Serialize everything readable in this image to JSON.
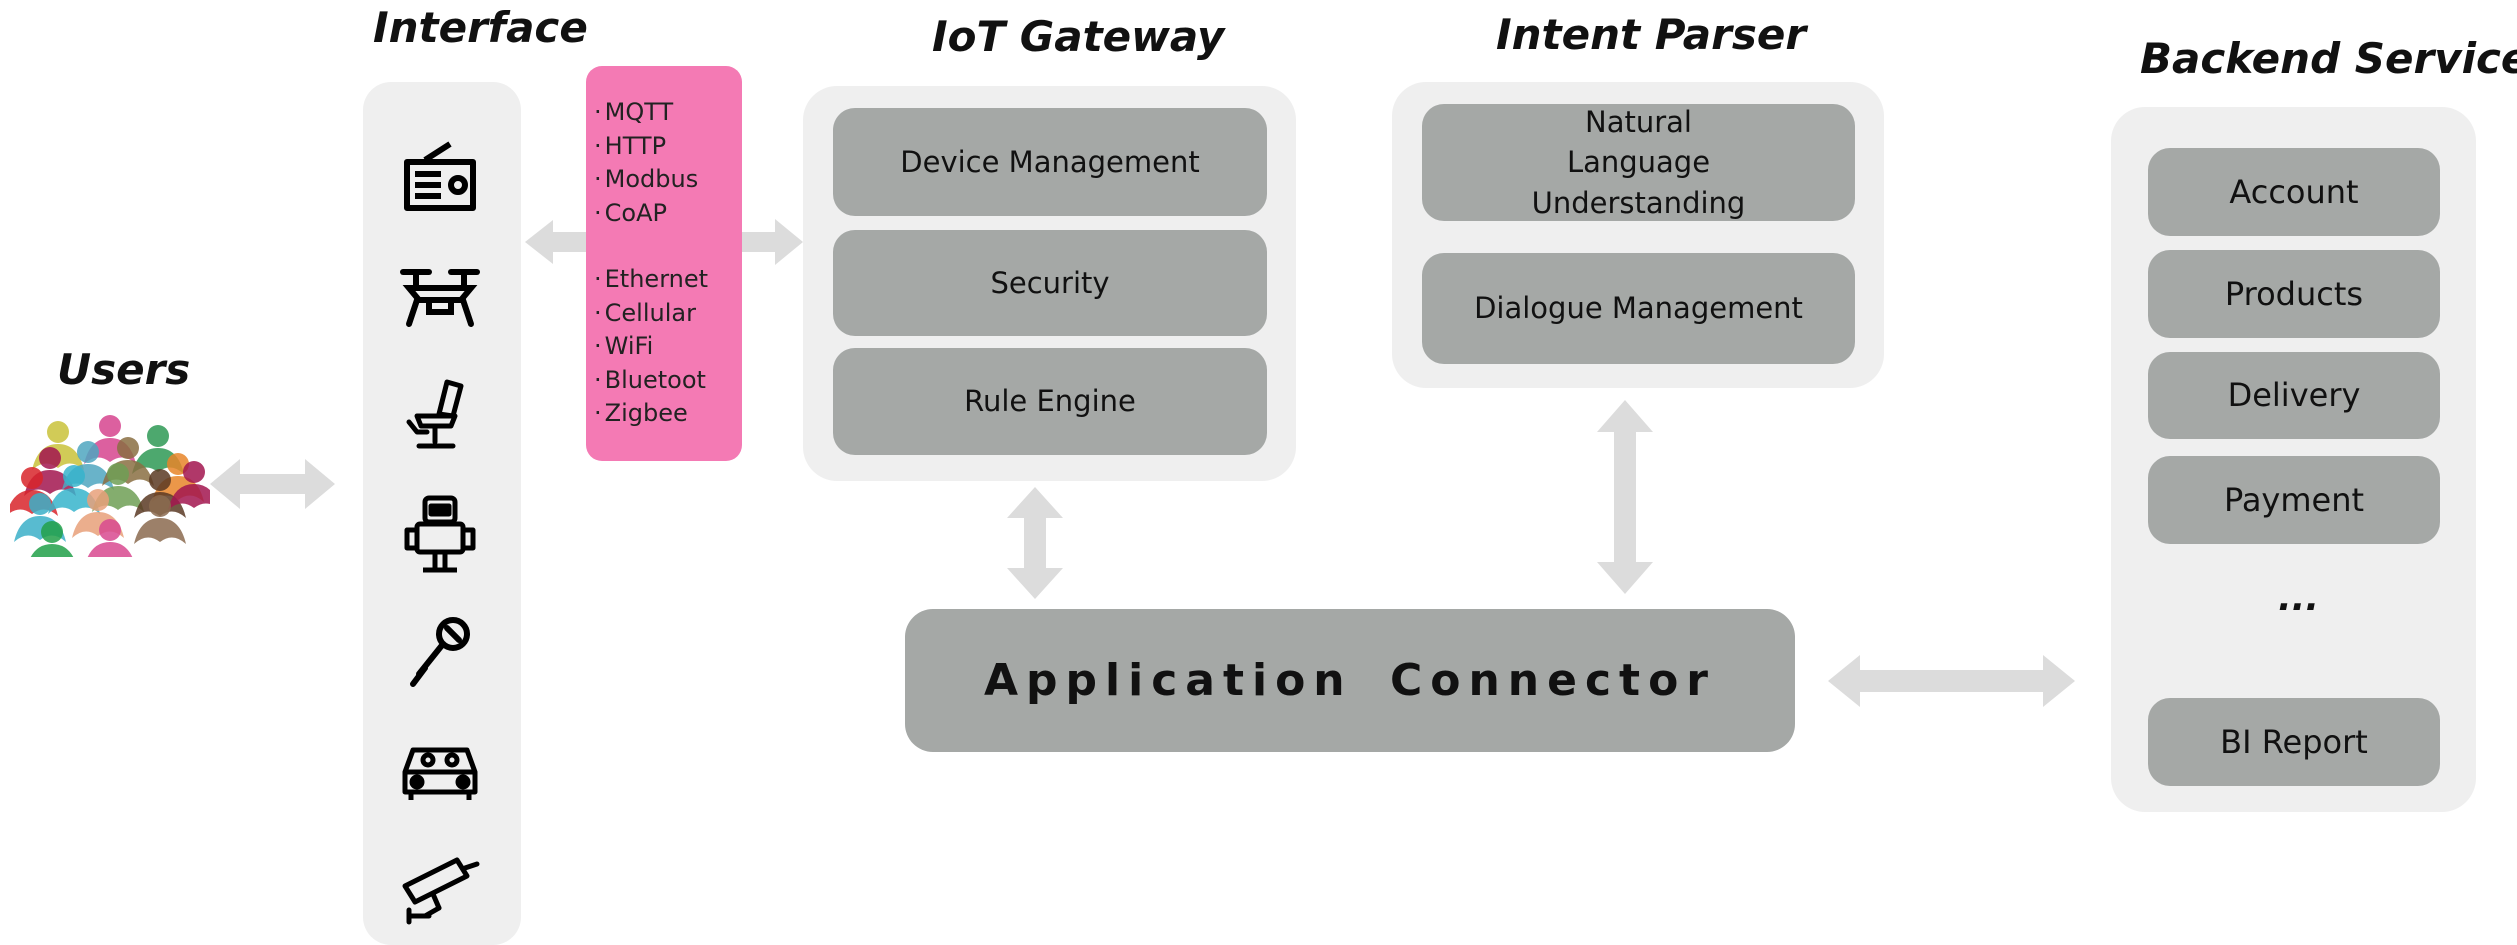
{
  "headings": {
    "users": "Users",
    "interface": "Interface",
    "iot_gateway": "IoT Gateway",
    "intent_parser": "Intent Parser",
    "backend_services": "Backend Services"
  },
  "interface_icons": [
    "radio-icon",
    "drone-icon",
    "salon-chair-icon",
    "robot-icon",
    "microphone-icon",
    "car-icon",
    "security-camera-icon"
  ],
  "protocols": {
    "group1": [
      "MQTT",
      "HTTP",
      "Modbus",
      "CoAP"
    ],
    "group2": [
      "Ethernet",
      "Cellular",
      "WiFi",
      "Bluetoot",
      "Zigbee"
    ]
  },
  "iot_gateway": {
    "modules": [
      "Device Management",
      "Security",
      "Rule Engine"
    ]
  },
  "intent_parser": {
    "modules": [
      "Natural Language Understanding",
      "Dialogue Management"
    ]
  },
  "application_connector": "Application Connector",
  "backend_services": {
    "items": [
      "Account",
      "Products",
      "Delivery",
      "Payment",
      "...",
      "BI Report"
    ]
  },
  "colors": {
    "panel": "#efefef",
    "module": "#a5a8a6",
    "protocols": "#f47ab4",
    "arrow": "#dcdcdc",
    "user_colors": [
      "#c9c23a",
      "#d6458f",
      "#2f9a55",
      "#a3164f",
      "#4fa6c0",
      "#8a6f43",
      "#e8852a",
      "#d9252b",
      "#37b4cc",
      "#6f9f55",
      "#5b3a24",
      "#a3164f",
      "#3bb0c8",
      "#e8a07a",
      "#8b6b4f",
      "#22a04a",
      "#d94a90"
    ]
  }
}
